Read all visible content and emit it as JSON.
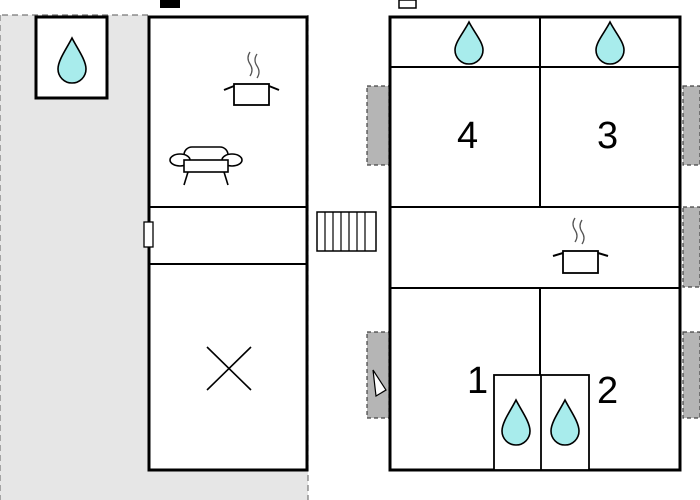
{
  "rooms": {
    "bedroom_4": {
      "label": "4"
    },
    "bedroom_3": {
      "label": "3"
    },
    "bedroom_1": {
      "label": "1"
    },
    "bedroom_2": {
      "label": "2"
    }
  },
  "icons": {
    "water": "water-drop-icon",
    "kitchen": "cooking-pot-icon",
    "living": "sofa-icon",
    "stairs": "stairs-icon",
    "unused": "cross-icon",
    "door": "door-icon"
  },
  "colors": {
    "water": "#a8ecec",
    "outdoor": "#e6e6e6",
    "terrace": "#b5b5b5"
  }
}
